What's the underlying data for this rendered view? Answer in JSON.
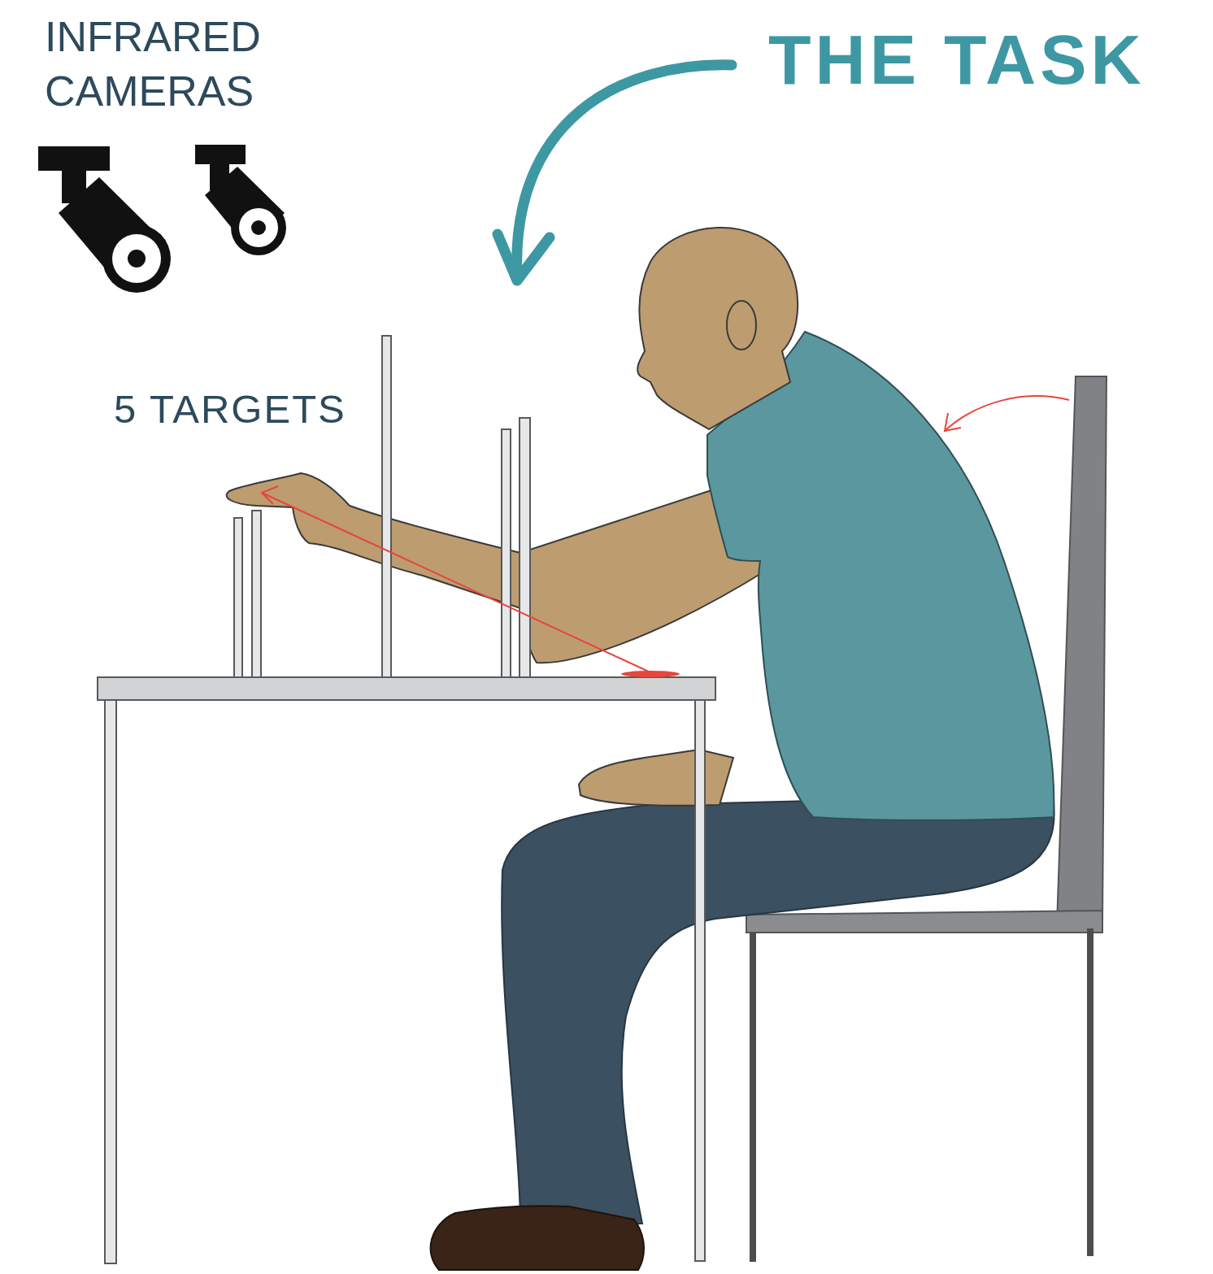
{
  "diagram": {
    "title": "THE TASK",
    "labels": [
      "INFRARED CAMERAS",
      "5 TARGETS"
    ]
  }
}
